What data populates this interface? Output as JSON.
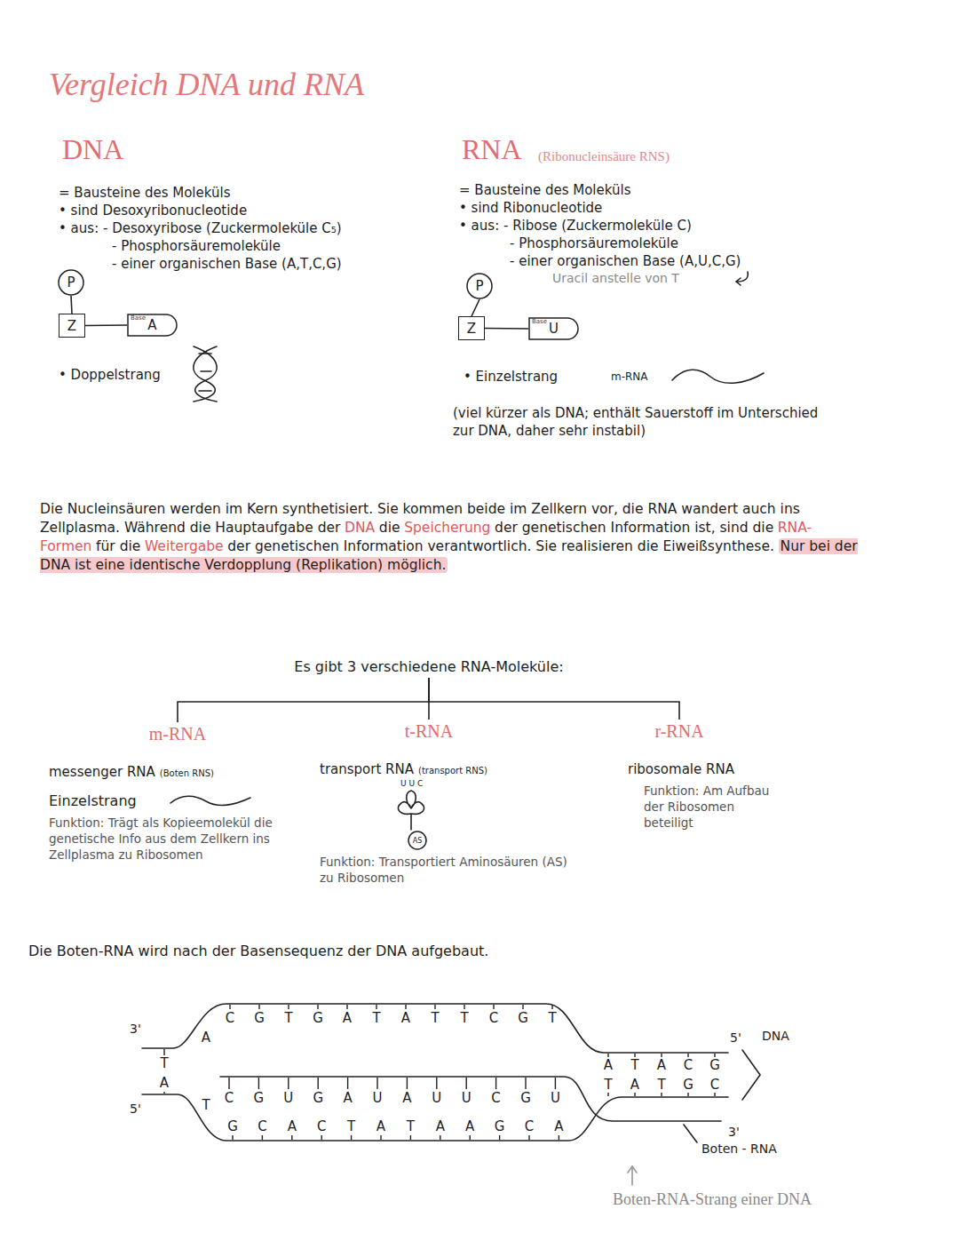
{
  "diagram": {
    "title": "Vergleich DNA und RNA",
    "nodes": [
      {
        "text": [
          "P"
        ]
      },
      {
        "text": [
          "Z"
        ]
      },
      {
        "text": [
          "Base",
          "A"
        ]
      },
      {
        "text": [
          "P"
        ]
      },
      {
        "text": [
          "Z"
        ]
      },
      {
        "text": [
          "Base",
          "U"
        ]
      },
      {
        "text": [
          "Es gibt 3 verschiedene RNA-Moleküle:"
        ]
      },
      {
        "text": [
          "m-RNA",
          "messenger RNA",
          "(Boten RNS)",
          "Einzelstrang",
          "Funktion: Trägt als Kopieemolekül die genetische Info aus dem Zellkern ins Zellplasma zu Ribosomen"
        ]
      },
      {
        "text": [
          "t-RNA",
          "transport RNA",
          "(transport RNS)",
          "Funktion: Transportiert Aminosäuren (AS) zu Ribosomen"
        ]
      },
      {
        "text": [
          "r-RNA",
          "ribosomale RNA",
          "Funktion: Am Aufbau der Ribosomen beteiligt"
        ]
      },
      {
        "text": [
          "AS"
        ]
      }
    ],
    "edges": [
      {
        "from": 0,
        "to": 1,
        "arrow": "none"
      },
      {
        "from": 1,
        "to": 2,
        "arrow": "none"
      },
      {
        "from": 3,
        "to": 4,
        "arrow": "none"
      },
      {
        "from": 4,
        "to": 5,
        "arrow": "none"
      },
      {
        "from": 6,
        "to": 7,
        "arrow": "none"
      },
      {
        "from": 6,
        "to": 8,
        "arrow": "none"
      },
      {
        "from": 6,
        "to": 9,
        "arrow": "none"
      }
    ],
    "labels": [
      "DNA",
      "RNA",
      "(Ribonucleinsäure RNS)",
      "= Bausteine des Moleküls",
      "• sind Desoxyribonucleotide",
      "• aus: - Desoxyribose (Zuckermoleküle C₅)",
      "- Phosphorsäuremoleküle",
      "- einer organischen Base (A,T,C,G)",
      "• Doppelstrang",
      "= Bausteine des Moleküls",
      "• sind Ribonucleotide",
      "• aus: - Ribose (Zuckermoleküle C)",
      "- Phosphorsäuremoleküle",
      "- einer organischen Base (A,U,C,G)",
      "Uracil anstelle von T",
      "• Einzelstrang",
      "m-RNA",
      "(viel kürzer als DNA; enthält Sauerstoff im Unterschied zur DNA, daher sehr instabil)",
      "Die Nucleinsäuren werden im Kern synthetisiert. Sie kommen beide im Zellkern vor, die RNA wandert auch ins Zellplasma. Während die Hauptaufgabe der",
      "DNA",
      "die",
      "Speicherung",
      "der genetischen Information ist, sind die",
      "RNA-Formen",
      "für die",
      "Weitergabe",
      "der genetischen Information verantwortlich. Sie realisieren die Eiweißsynthese.",
      "Nur bei der DNA ist eine identische Verdopplung (Replikation) möglich.",
      "U U C",
      "Die Boten-RNA wird nach der Basensequenz der DNA aufgebaut.",
      "3'",
      "5'",
      "5'",
      "DNA",
      "3'",
      "Boten - RNA",
      "Boten-RNA-Strang einer DNA",
      "C",
      "G",
      "T",
      "G",
      "A",
      "T",
      "A",
      "T",
      "T",
      "C",
      "G",
      "T",
      "A",
      "T",
      "A",
      "T",
      "C",
      "G",
      "U",
      "G",
      "A",
      "U",
      "A",
      "U",
      "U",
      "C",
      "G",
      "U",
      "G",
      "C",
      "A",
      "C",
      "T",
      "A",
      "T",
      "A",
      "A",
      "G",
      "C",
      "A",
      "A",
      "T",
      "A",
      "C",
      "G",
      "T",
      "A",
      "T",
      "G",
      "C"
    ]
  }
}
